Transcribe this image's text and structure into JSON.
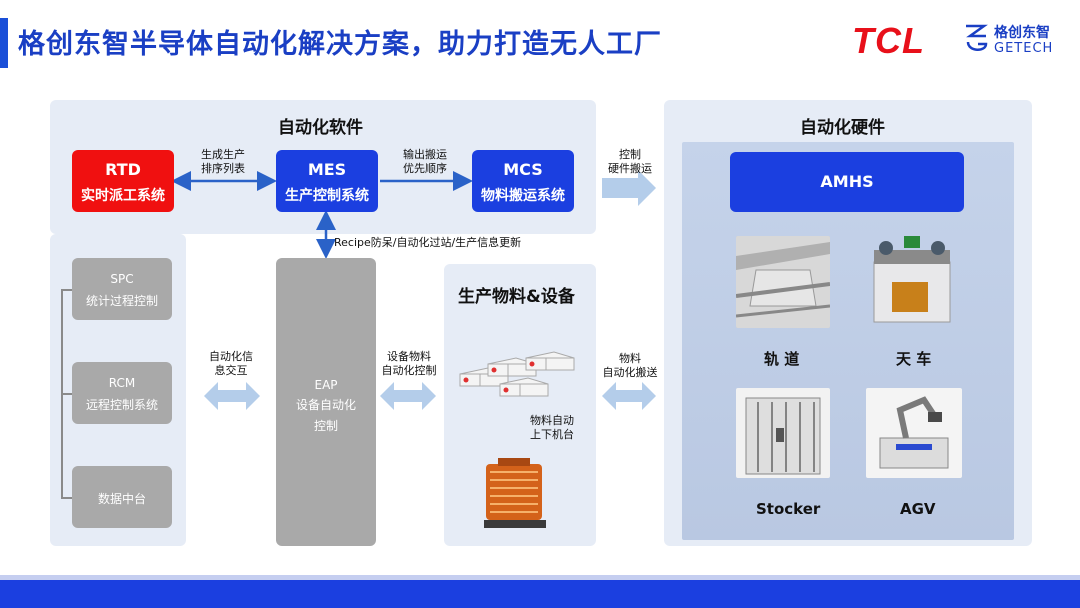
{
  "header": {
    "title": "格创东智半导体自动化解决方案，助力打造无人工厂",
    "logo_tcl": "TCL",
    "logo_getech_cn": "格创东智",
    "logo_getech_en": "GETECH"
  },
  "software": {
    "title": "自动化软件",
    "rtd": {
      "name": "RTD",
      "desc": "实时派工系统"
    },
    "mes": {
      "name": "MES",
      "desc": "生产控制系统"
    },
    "mcs": {
      "name": "MCS",
      "desc": "物料搬运系统"
    },
    "rtd_mes_label": [
      "生成生产",
      "排序列表"
    ],
    "mes_mcs_label": [
      "输出搬运",
      "优先顺序"
    ],
    "mes_eap_label": "Recipe防呆/自动化过站/生产信息更新"
  },
  "left_systems": {
    "spc": {
      "name": "SPC",
      "desc": "统计过程控制"
    },
    "rcm": {
      "name": "RCM",
      "desc": "远程控制系统"
    },
    "data": {
      "name": "数据中台"
    },
    "info_label": [
      "自动化信",
      "息交互"
    ]
  },
  "eap": {
    "name": "EAP",
    "desc1": "设备自动化",
    "desc2": "控制"
  },
  "eap_equip_label": [
    "设备物料",
    "自动化控制"
  ],
  "materials": {
    "title": "生产物料&设备",
    "updown_label": [
      "物料自动",
      "上下机台"
    ]
  },
  "control_label": [
    "控制",
    "硬件搬运"
  ],
  "material_move_label": [
    "物料",
    "自动化搬送"
  ],
  "hardware": {
    "title": "自动化硬件",
    "amhs": "AMHS",
    "items": [
      "轨 道",
      "天 车",
      "Stocker",
      "AGV"
    ]
  },
  "colors": {
    "brand_blue": "#1b3fe0",
    "red": "#f01010",
    "panel_bg": "#e6ecf6",
    "gray_box": "#a9a9a9",
    "arrow_light": "#b4cdea"
  }
}
